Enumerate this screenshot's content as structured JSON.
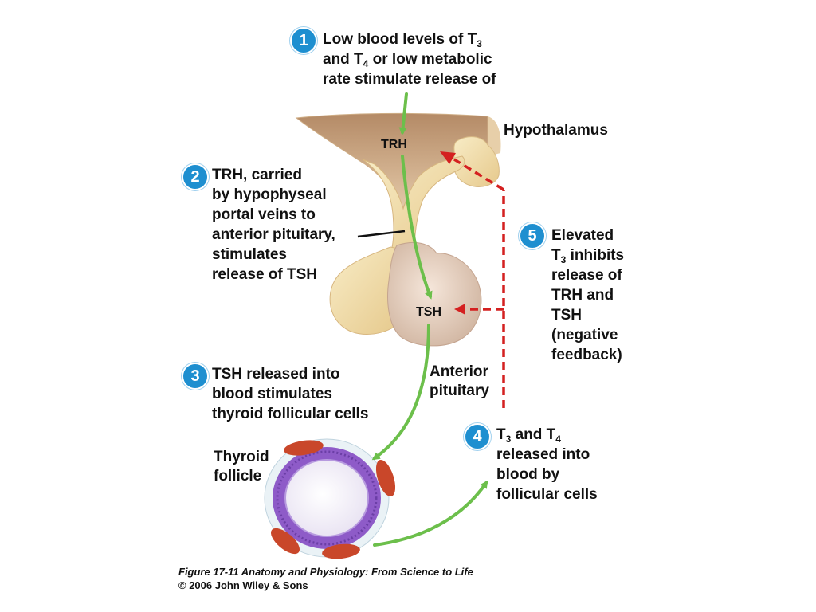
{
  "steps": [
    {
      "number": "1",
      "lines": [
        [
          {
            "t": "Low blood levels of T"
          },
          {
            "sub": "3"
          }
        ],
        [
          {
            "t": "and T"
          },
          {
            "sub": "4"
          },
          {
            "t": " or low metabolic"
          }
        ],
        [
          {
            "t": "rate stimulate release of"
          }
        ]
      ]
    },
    {
      "number": "2",
      "lines": [
        [
          {
            "t": "TRH, carried"
          }
        ],
        [
          {
            "t": "by hypophyseal"
          }
        ],
        [
          {
            "t": "portal veins to"
          }
        ],
        [
          {
            "t": "anterior pituitary,"
          }
        ],
        [
          {
            "t": "stimulates"
          }
        ],
        [
          {
            "t": "release of TSH"
          }
        ]
      ]
    },
    {
      "number": "3",
      "lines": [
        [
          {
            "t": "TSH released into"
          }
        ],
        [
          {
            "t": "blood stimulates"
          }
        ],
        [
          {
            "t": "thyroid follicular cells"
          }
        ]
      ]
    },
    {
      "number": "4",
      "lines": [
        [
          {
            "t": "T"
          },
          {
            "sub": "3"
          },
          {
            "t": " and T"
          },
          {
            "sub": "4"
          }
        ],
        [
          {
            "t": "released into"
          }
        ],
        [
          {
            "t": "blood by"
          }
        ],
        [
          {
            "t": "follicular cells"
          }
        ]
      ]
    },
    {
      "number": "5",
      "lines": [
        [
          {
            "t": "Elevated"
          }
        ],
        [
          {
            "t": "T"
          },
          {
            "sub": "3"
          },
          {
            "t": " inhibits"
          }
        ],
        [
          {
            "t": "release of"
          }
        ],
        [
          {
            "t": "TRH and"
          }
        ],
        [
          {
            "t": "TSH"
          }
        ],
        [
          {
            "t": "(negative"
          }
        ],
        [
          {
            "t": "feedback)"
          }
        ]
      ]
    }
  ],
  "labels": {
    "hypothalamus": "Hypothalamus",
    "trh": "TRH",
    "tsh": "TSH",
    "anterior_pituitary_1": "Anterior",
    "anterior_pituitary_2": "pituitary",
    "thyroid_follicle_1": "Thyroid",
    "thyroid_follicle_2": "follicle"
  },
  "caption": {
    "figure": "Figure 17-11  Anatomy and Physiology: From Science to Life",
    "copyright": "© 2006 John Wiley & Sons"
  },
  "colors": {
    "step_circle": "#1e8fd0",
    "stimulation_arrow": "#6cbf4b",
    "feedback_arrow": "#d42020",
    "tissue": "#f3dfa8",
    "follicle_cells": "#8e5bc8",
    "capillaries": "#c9472a"
  }
}
